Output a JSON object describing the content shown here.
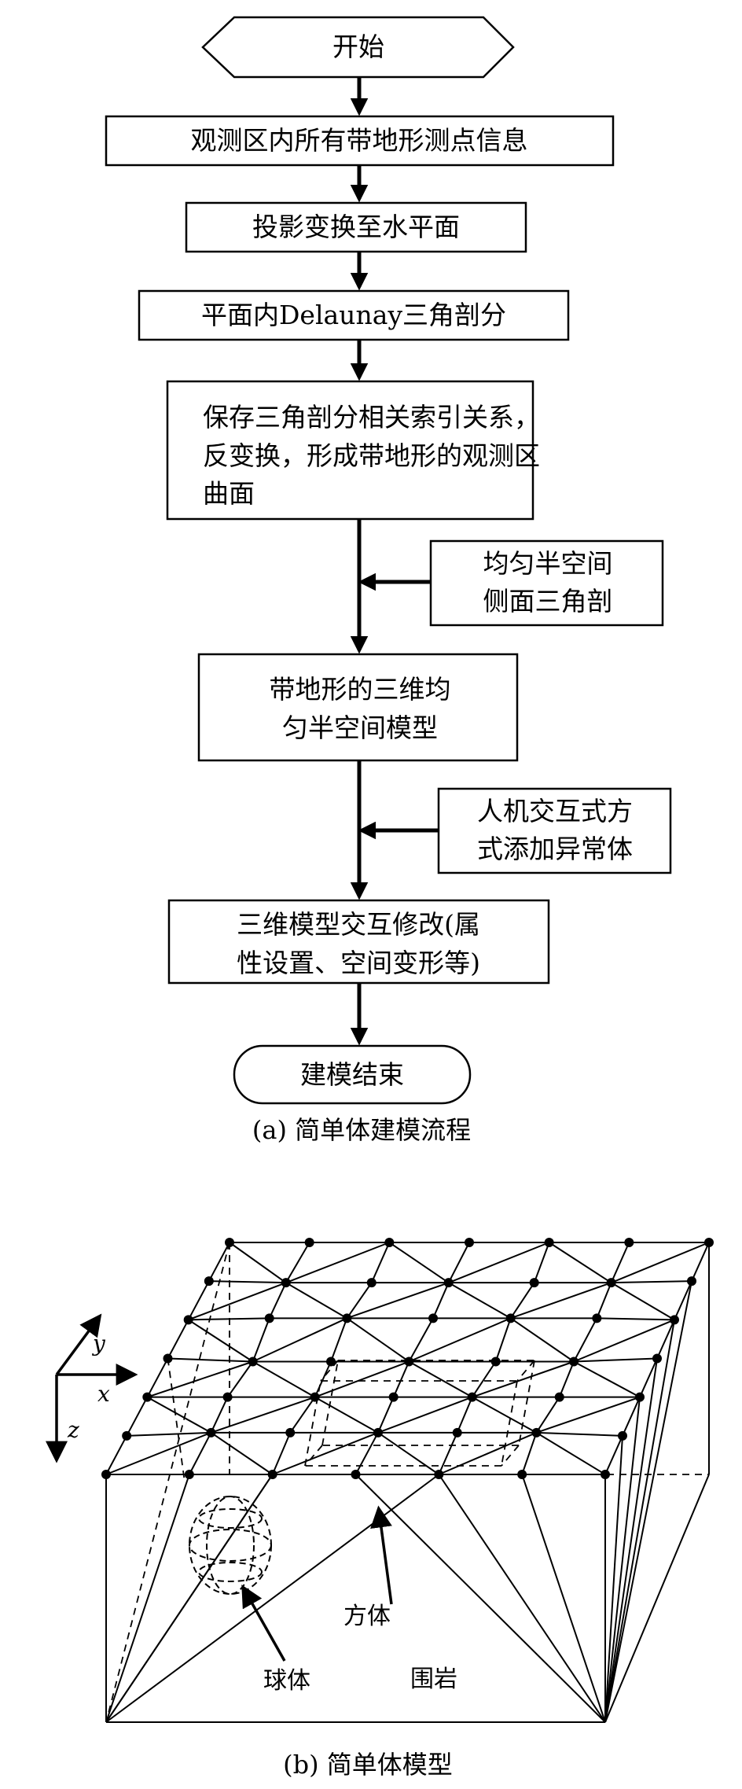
{
  "flowchart": {
    "start": "开始",
    "step1": "观测区内所有带地形测点信息",
    "step2": "投影变换至水平面",
    "step3": "平面内Delaunay三角剖分",
    "step4": [
      "保存三角剖分相关索引关系，",
      "反变换，形成带地形的观测区",
      "曲面"
    ],
    "side1": [
      "均匀半空间",
      "侧面三角剖"
    ],
    "step5": [
      "带地形的三维均",
      "匀半空间模型"
    ],
    "side2": [
      "人机交互式方",
      "式添加异常体"
    ],
    "step6": [
      "三维模型交互修改(属",
      "性设置、空间变形等)"
    ],
    "end": "建模结束",
    "caption": "(a) 简单体建模流程"
  },
  "model": {
    "axis_x": "x",
    "axis_y": "y",
    "axis_z": "z",
    "label_cube": "方体",
    "label_sphere": "球体",
    "label_rock": "围岩",
    "caption": "(b) 简单体模型"
  },
  "colors": {
    "line": "#000000",
    "background": "#ffffff"
  }
}
